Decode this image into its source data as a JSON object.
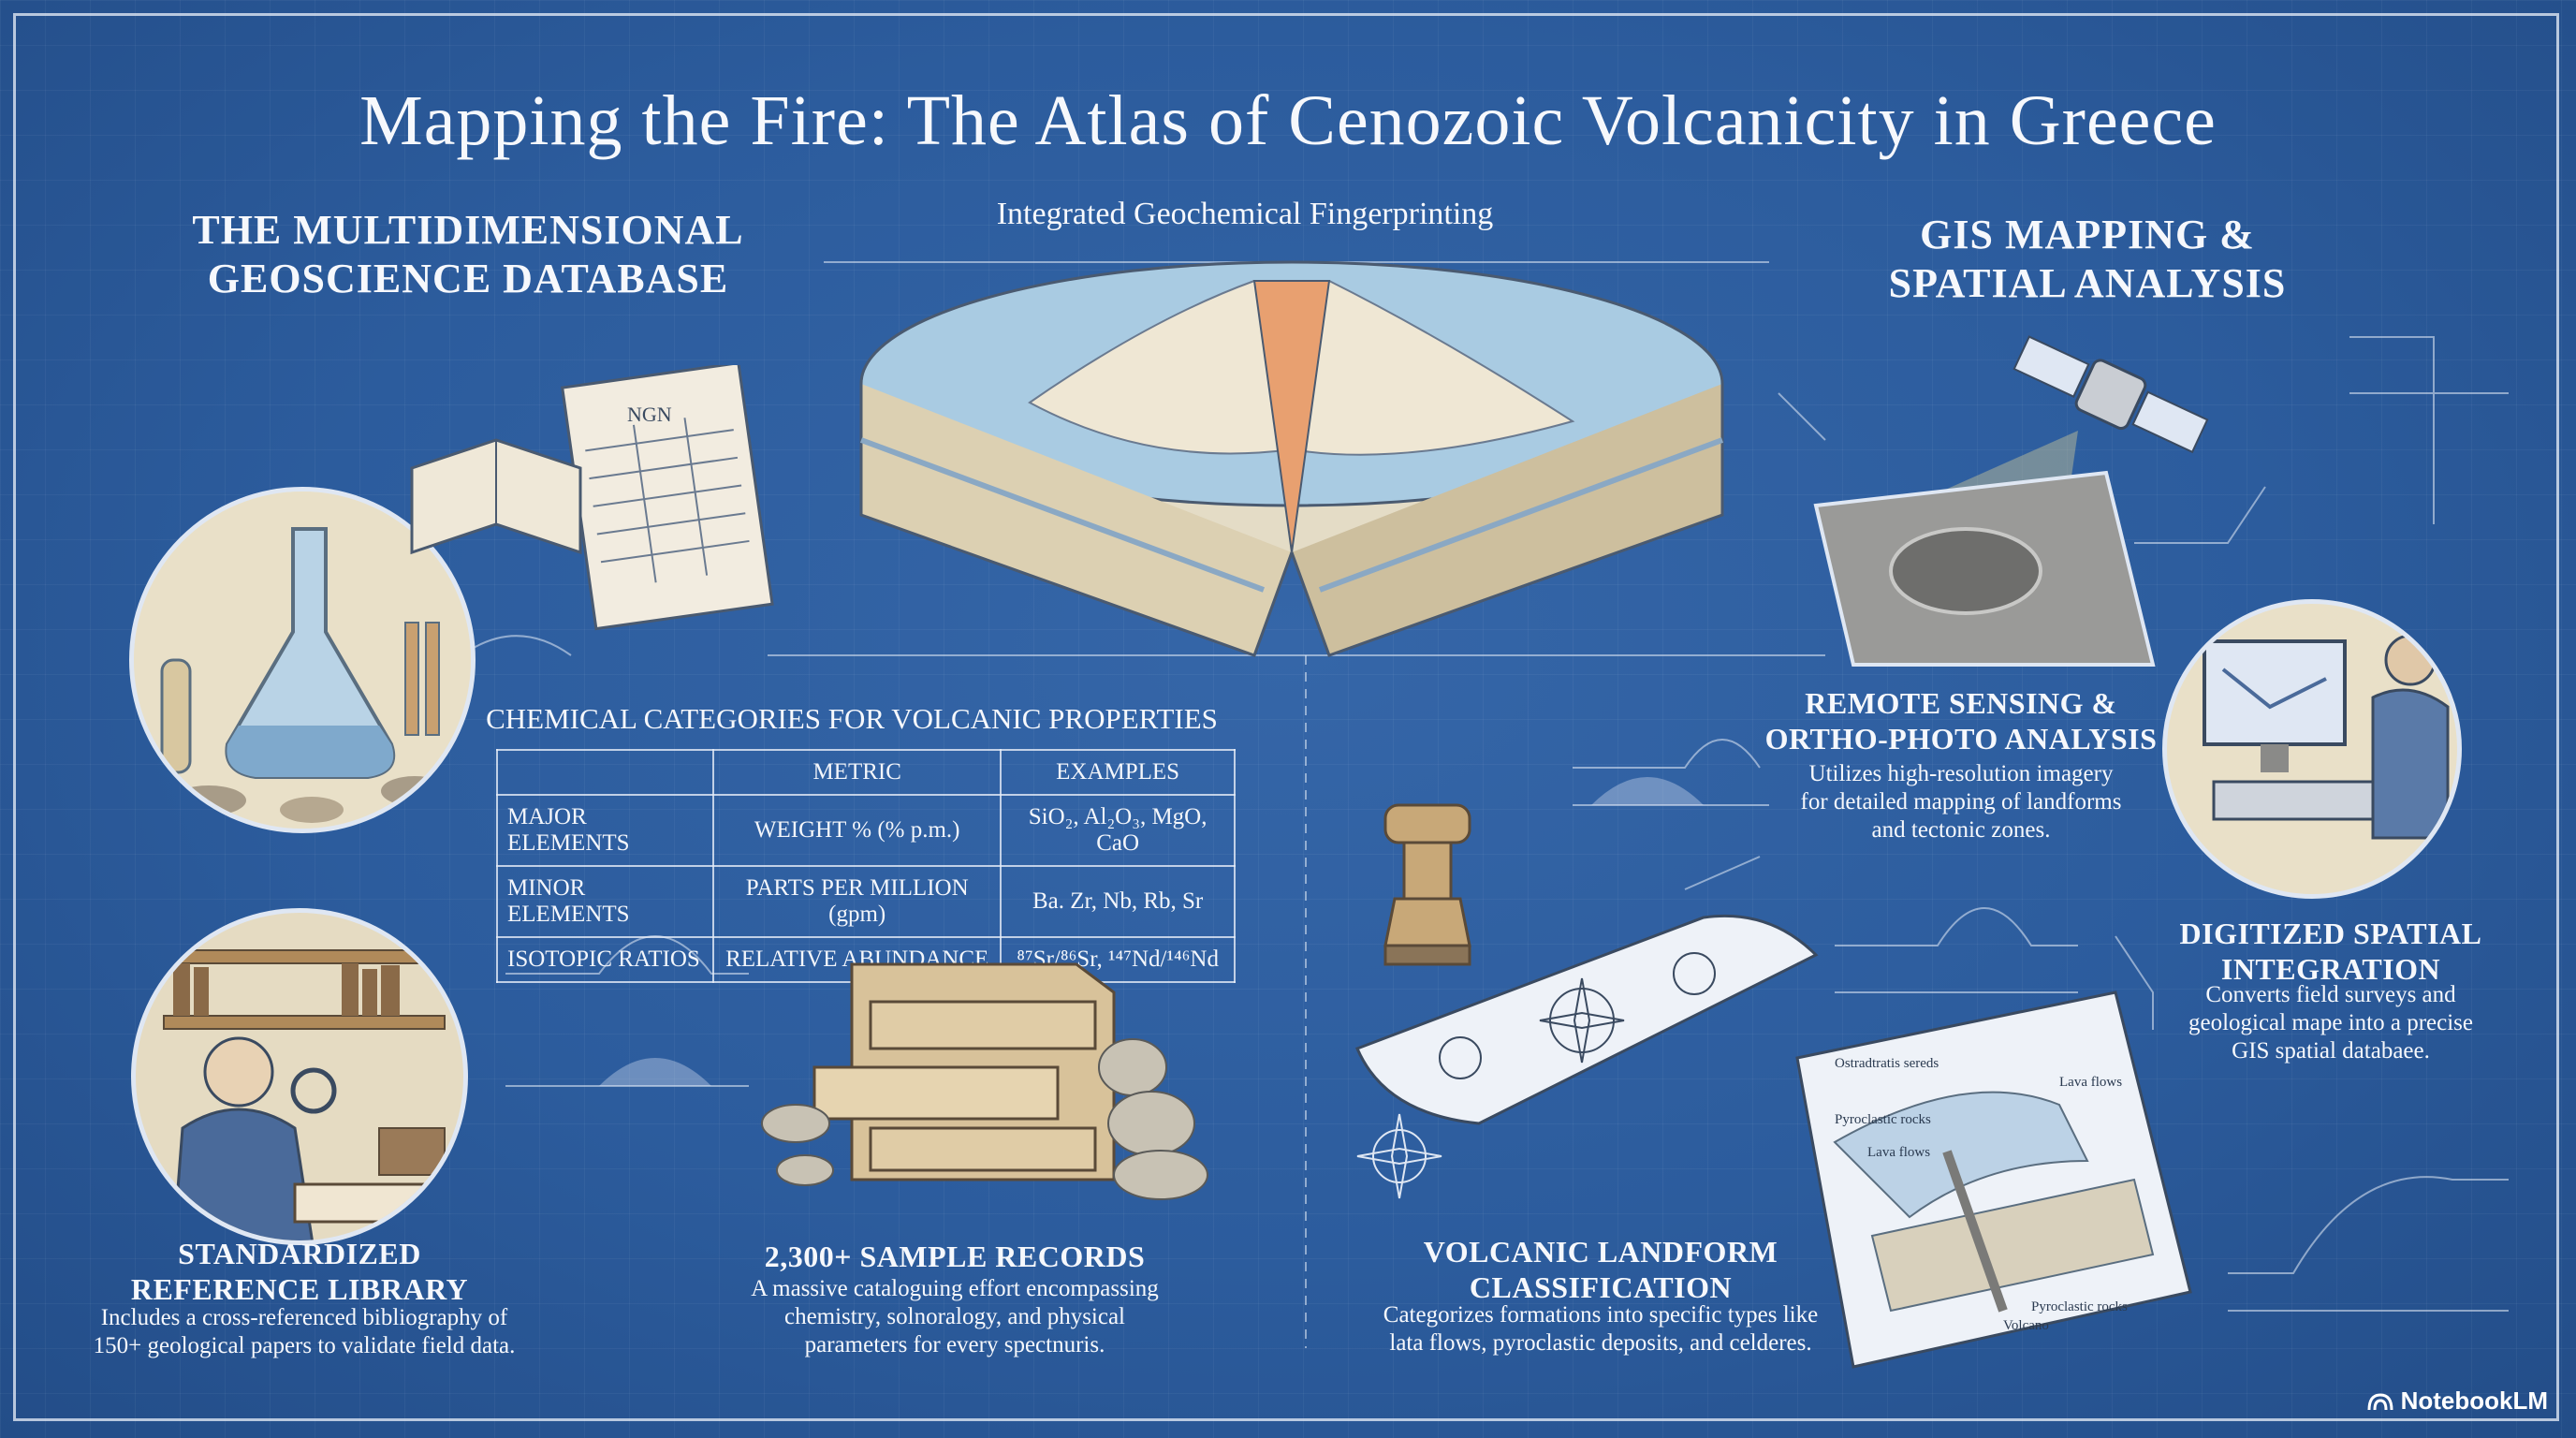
{
  "title": "Mapping the Fire: The Atlas of Cenozoic Volcanicity in Greece",
  "sections": {
    "database": {
      "heading_line1": "THE MULTIDIMENSIONAL",
      "heading_line2": "GEOSCIENCE DATABASE"
    },
    "fingerprint": {
      "heading": "Integrated Geochemical Fingerprinting"
    },
    "gis": {
      "heading_line1": "GIS MAPPING &",
      "heading_line2": "SPATIAL ANALYSIS"
    }
  },
  "chem_table": {
    "title": "CHEMICAL CATEGORIES FOR VOLCANIC PROPERTIES",
    "headers": [
      "",
      "METRIC",
      "EXAMPLES"
    ],
    "rows": [
      [
        "MAJOR ELEMENTS",
        "WEIGHT % (% p.m.)",
        "SiO₂, Al₂O₃, MgO, CaO"
      ],
      [
        "MINOR ELEMENTS",
        "PARTS PER MILLION (gpm)",
        "Ba. Zr, Nb, Rb, Sr"
      ],
      [
        "ISOTOPIC RATIOS",
        "RELATIVE ABUNDANCE",
        "⁸⁷Sr/⁸⁶Sr, ¹⁴⁷Nd/¹⁴⁶Nd"
      ]
    ]
  },
  "remote_sensing": {
    "heading_line1": "REMOTE SENSING &",
    "heading_line2": "ORTHO-PHOTO ANALYSIS",
    "desc_line1": "Utilizes high-resolution imagery",
    "desc_line2": "for detailed mapping of landforms",
    "desc_line3": "and tectonic zones."
  },
  "digitized": {
    "heading_line1": "DIGITIZED SPATIAL",
    "heading_line2": "INTEGRATION",
    "desc_line1": "Converts field surveys and",
    "desc_line2": "geological mape into a precise",
    "desc_line3": "GIS spatial databaee."
  },
  "library": {
    "heading_line1": "STANDARDIZED",
    "heading_line2": "REFERENCE LIBRARY",
    "desc_line1": "Includes a cross-referenced bibliography of",
    "desc_line2": "150+ geological papers to validate field data."
  },
  "samples": {
    "heading": "2,300+ SAMPLE RECORDS",
    "desc_line1": "A massive cataloguing effort encompassing",
    "desc_line2": "chemistry, solnoralogy, and physical",
    "desc_line3": "parameters for every spectnuris."
  },
  "landform": {
    "heading_line1": "VOLCANIC LANDFORM",
    "heading_line2": "CLASSIFICATION",
    "desc_line1": "Categorizes formations into specific types like",
    "desc_line2": "lata flows, pyroclastic deposits, and celderes."
  },
  "map_labels": {
    "a": "Ostradtratis sereds",
    "b": "Pyroclastic rocks",
    "c": "Lava flows",
    "d": "Lava flows",
    "e": "Volcano",
    "f": "Pyroclastic rocks"
  },
  "notebook_label": "NGN",
  "brand": "NotebookLM",
  "colors": {
    "background": "#2b5c9c",
    "line": "#dfe7f3",
    "paper": "#ece4d0",
    "sea": "#9fc3dc",
    "lava": "#e8a070"
  }
}
